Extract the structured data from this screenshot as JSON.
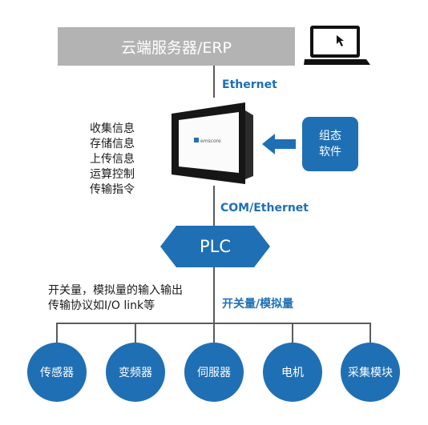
{
  "server": {
    "label": "云端服务器/ERP"
  },
  "links": {
    "ethernet": "Ethernet",
    "com_ethernet": "COM/Ethernet",
    "io": "开关量/模拟量"
  },
  "hmi": {
    "brand": "emscore",
    "functions": [
      "收集信息",
      "存储信息",
      "上传信息",
      "运算控制",
      "传输指令"
    ]
  },
  "software": {
    "line1": "组态",
    "line2": "软件"
  },
  "plc": {
    "label": "PLC"
  },
  "signal_description": {
    "line1": "开关量，模拟量的输入输出",
    "line2": "传输协议如I/O link等"
  },
  "devices": [
    "传感器",
    "变频器",
    "伺服器",
    "电机",
    "采集模块"
  ],
  "colors": {
    "accent_blue": "#1f6fb5",
    "server_gray": "#b3b3b3",
    "line_gray": "#5b5b5b"
  }
}
